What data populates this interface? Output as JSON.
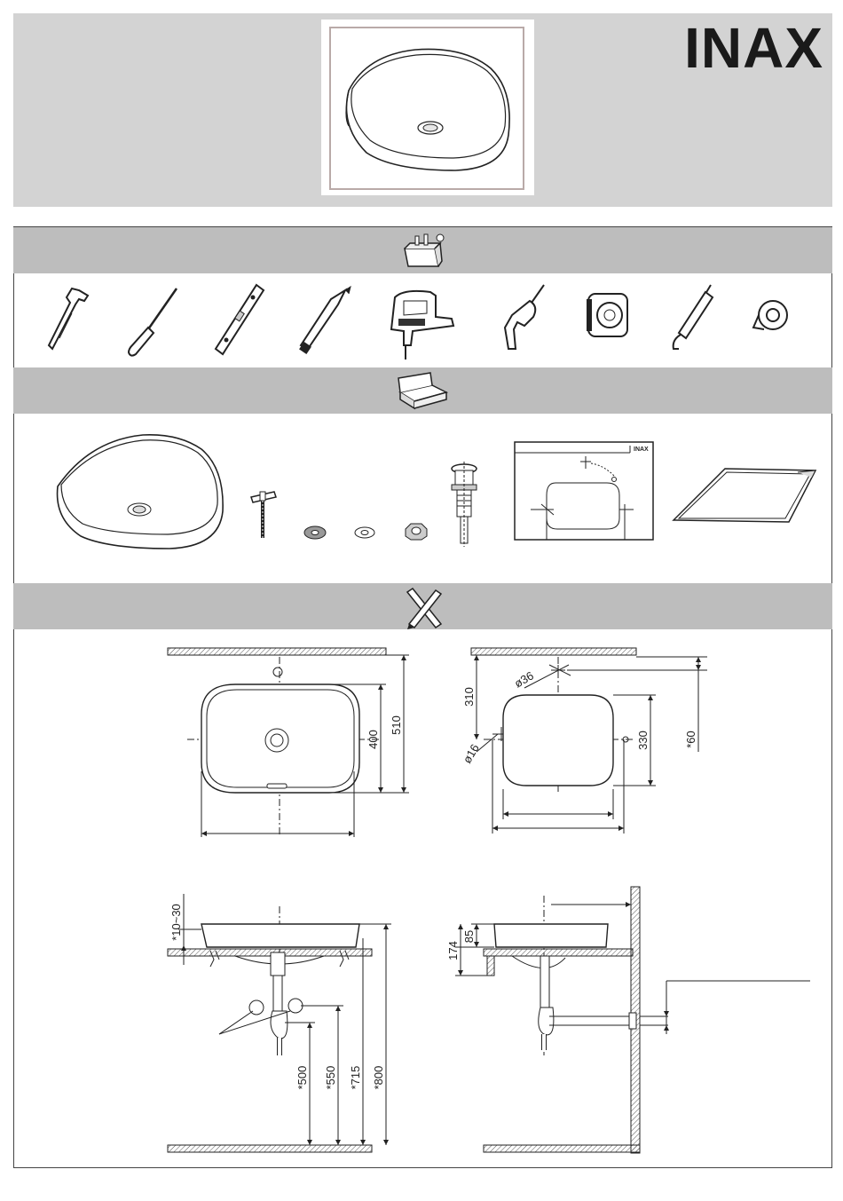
{
  "brand": {
    "name": "INAX",
    "template_brand": "INAX"
  },
  "icons": {
    "tools_header": "toolbox-icon",
    "parts_header": "parts-box-icon",
    "measure_header": "ruler-pencil-icon",
    "tools": [
      "wrench-icon",
      "screwdriver-icon",
      "spirit-level-icon",
      "pencil-icon",
      "jigsaw-icon",
      "drill-icon",
      "tape-measure-icon",
      "silicone-gun-icon",
      "ptfe-tape-icon"
    ],
    "parts": [
      "basin-icon",
      "mounting-bolt-icon",
      "rubber-washer-icon",
      "metal-washer-icon",
      "nut-icon",
      "waste-drain-icon",
      "cutout-template-icon",
      "protective-sheet-icon"
    ]
  },
  "dimensions": {
    "top_view": {
      "depth": "400",
      "depth_total": "510"
    },
    "cutout_view": {
      "hole_dia_large": "ø36",
      "hole_dia_small": "ø16",
      "offset": "310",
      "cutout_depth": "330",
      "edge": "*60"
    },
    "front_view": {
      "counter_thickness": "*10~30",
      "h1": "*500",
      "h2": "*550",
      "h3": "*715",
      "h4": "*800"
    },
    "side_view": {
      "basin_height": "85",
      "total_height": "174"
    }
  },
  "colors": {
    "header_bg": "#d3d3d3",
    "band_bg": "#bdbdbd",
    "frame": "#b9aaa8",
    "ink": "#1a1a1a"
  }
}
